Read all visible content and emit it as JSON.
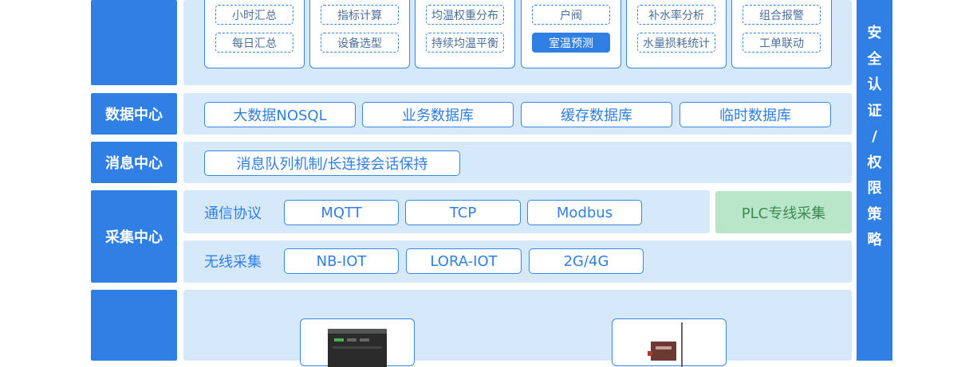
{
  "app_groups": [
    [
      "小时汇总",
      "每日汇总"
    ],
    [
      "指标计算",
      "设备选型"
    ],
    [
      "均温权重分布",
      "持续均温平衡"
    ],
    [
      "户阀",
      "室温预测"
    ],
    [
      "补水率分析",
      "水量损耗统计"
    ],
    [
      "组合报警",
      "工单联动"
    ]
  ],
  "active_item": "室温预测",
  "data_center": {
    "label": "数据中心",
    "items": [
      "大数据NOSQL",
      "业务数据库",
      "缓存数据库",
      "临时数据库"
    ]
  },
  "message_center": {
    "label": "消息中心",
    "items": [
      "消息队列机制/长连接会话保持"
    ]
  },
  "collection_center": {
    "label": "采集中心",
    "protocol_label": "通信协议",
    "protocols": [
      "MQTT",
      "TCP",
      "Modbus"
    ],
    "plc_label": "PLC专线采集",
    "wireless_label": "无线采集",
    "wireless": [
      "NB-IOT",
      "LORA-IOT",
      "2G/4G"
    ]
  },
  "security": {
    "chars": [
      "安",
      "全",
      "认",
      "证",
      "/",
      "权",
      "限",
      "策",
      "略"
    ]
  },
  "colors": {
    "primary": "#2f7fe5",
    "panel": "#d6e9fb",
    "plc_bg": "#b9e6c9",
    "plc_text": "#3b8a52"
  }
}
